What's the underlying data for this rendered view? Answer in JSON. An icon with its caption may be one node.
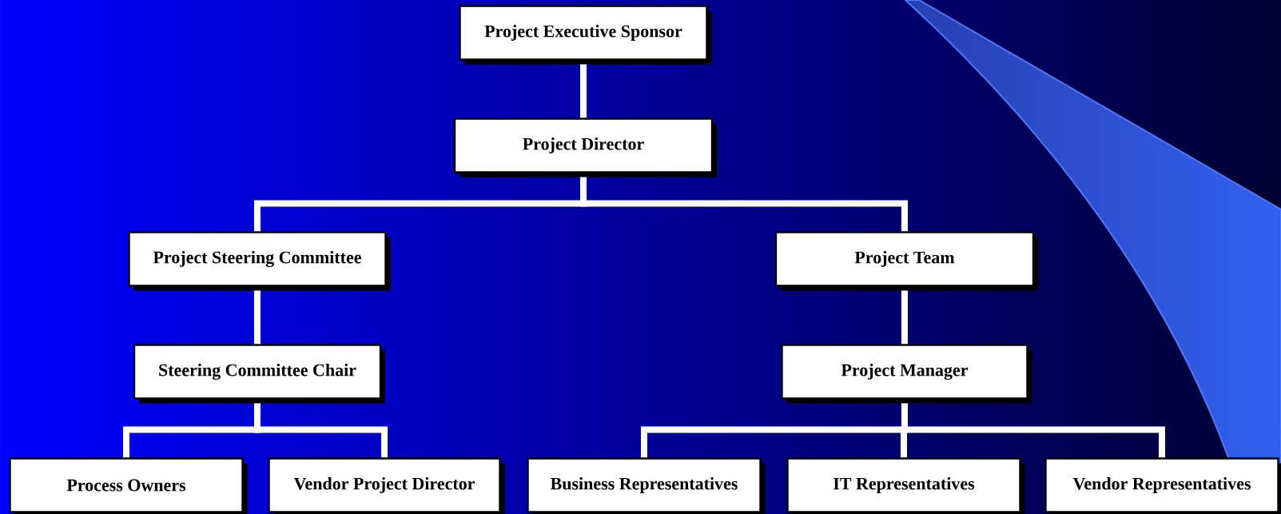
{
  "diagram": {
    "nodes": [
      {
        "text": [
          "Project Executive Sponsor"
        ]
      },
      {
        "text": [
          "Project Director"
        ]
      },
      {
        "text": [
          "Project Steering Committee"
        ]
      },
      {
        "text": [
          "Project Team"
        ]
      },
      {
        "text": [
          "Steering Committee Chair"
        ]
      },
      {
        "text": [
          "Project Manager"
        ]
      },
      {
        "text": [
          "Process Owners"
        ]
      },
      {
        "text": [
          "Vendor Project Director"
        ]
      },
      {
        "text": [
          "Business Representatives"
        ]
      },
      {
        "text": [
          "IT Representatives"
        ]
      },
      {
        "text": [
          "Vendor Representatives"
        ]
      }
    ],
    "edges": [
      {
        "from": 0,
        "to": 1,
        "arrow": "none"
      },
      {
        "from": 1,
        "to": 2,
        "arrow": "none"
      },
      {
        "from": 1,
        "to": 3,
        "arrow": "none"
      },
      {
        "from": 2,
        "to": 4,
        "arrow": "none"
      },
      {
        "from": 3,
        "to": 5,
        "arrow": "none"
      },
      {
        "from": 4,
        "to": 6,
        "arrow": "none"
      },
      {
        "from": 4,
        "to": 7,
        "arrow": "none"
      },
      {
        "from": 5,
        "to": 8,
        "arrow": "none"
      },
      {
        "from": 5,
        "to": 9,
        "arrow": "none"
      },
      {
        "from": 5,
        "to": 10,
        "arrow": "none"
      }
    ]
  }
}
